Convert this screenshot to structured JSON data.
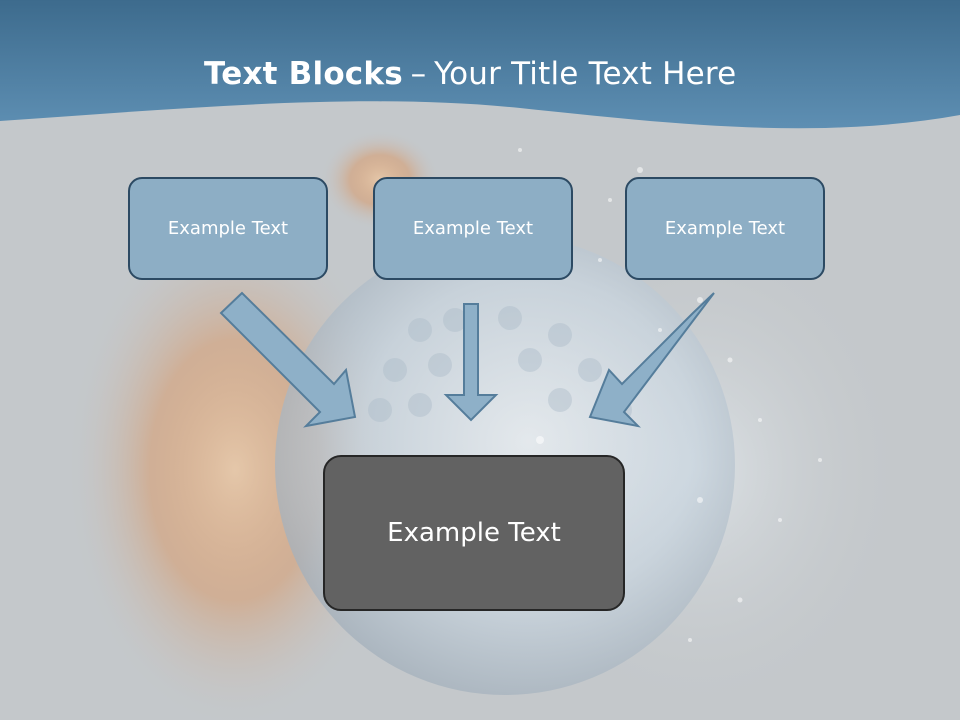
{
  "title": {
    "bold": "Text Blocks",
    "separator": "–",
    "rest": "Your Title Text Here"
  },
  "blocks": {
    "left": "Example Text",
    "middle": "Example Text",
    "right": "Example Text"
  },
  "target": {
    "label": "Example Text"
  },
  "colors": {
    "header": "#4e7fa3",
    "background": "#c4c8cb",
    "block_fill": "#8daec5",
    "block_border": "#2c4a63",
    "target_fill": "#626262",
    "arrow_fill": "#8eb0c8"
  }
}
